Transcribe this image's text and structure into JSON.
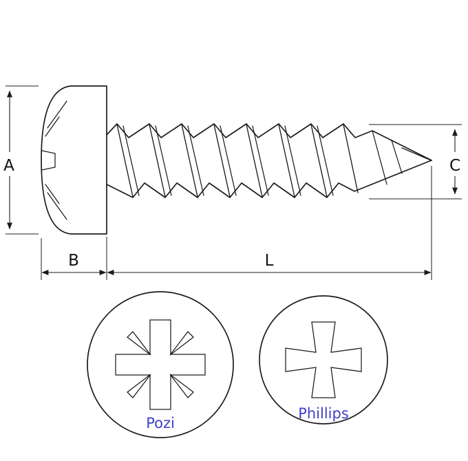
{
  "styles": {
    "line_color": "#1c1c1c",
    "dimension_label_color": "#111111",
    "drive_label_color": "#4040c8",
    "background_color": "#ffffff"
  },
  "dimensions": {
    "head_diameter": "A",
    "head_height": "B",
    "thread_diameter": "C",
    "length": "L"
  },
  "drive_types": [
    {
      "label": "Pozi"
    },
    {
      "label": "Phillips"
    }
  ]
}
